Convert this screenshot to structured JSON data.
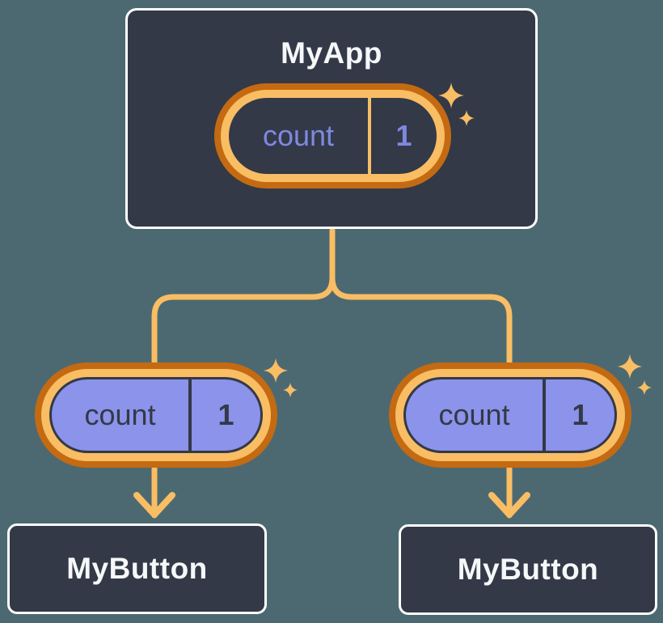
{
  "diagram": {
    "root": {
      "title": "MyApp",
      "state": {
        "key": "count",
        "value": "1"
      }
    },
    "children": [
      {
        "title": "MyButton",
        "prop": {
          "key": "count",
          "value": "1"
        }
      },
      {
        "title": "MyButton",
        "prop": {
          "key": "count",
          "value": "1"
        }
      }
    ]
  },
  "icons": {
    "sparkle": "sparkle-icon",
    "arrow": "arrow-down-icon"
  },
  "colors": {
    "background": "#4c6971",
    "card_fill": "#333947",
    "card_border": "#ffffff",
    "card_text": "#f6f7f9",
    "pill_purple": "#8b93ea",
    "pill_dark_text": "#333947",
    "pill_periwinkle_text": "#7f89e1",
    "orange_light": "#f9bd64",
    "orange_dark": "#c46a12"
  }
}
